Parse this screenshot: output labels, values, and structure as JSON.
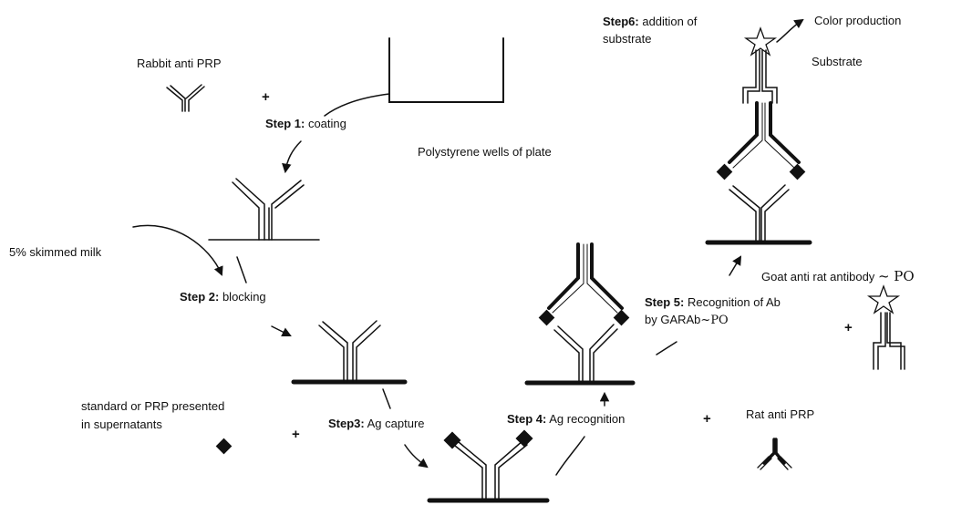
{
  "labels": {
    "rabbit_anti_prp": "Rabbit anti PRP",
    "polystyrene": "Polystyrene wells of plate",
    "skimmed_milk": "5% skimmed milk",
    "standard_line1": "standard or PRP presented",
    "standard_line2": "in supernatants",
    "rat_anti_prp": "Rat anti PRP",
    "goat_anti_rat_text": "Goat anti rat antibody",
    "goat_anti_rat_suffix": "~ PO",
    "color_production": "Color production",
    "substrate": "Substrate",
    "plus": "+"
  },
  "steps": {
    "step1_bold": "Step 1:",
    "step1_text": " coating",
    "step2_bold": "Step 2:",
    "step2_text": " blocking",
    "step3_bold": "Step3:",
    "step3_text": " Ag capture",
    "step4_bold": "Step 4:",
    "step4_text": " Ag recognition",
    "step5_bold": "Step 5:",
    "step5_text": " Recognition of Ab",
    "step5_line2a": "by GARAb",
    "step5_line2b": "~PO",
    "step6_bold": "Step6:",
    "step6_text": " addition of",
    "step6_line2": "substrate"
  },
  "colors": {
    "ink": "#111111",
    "background": "#ffffff"
  }
}
